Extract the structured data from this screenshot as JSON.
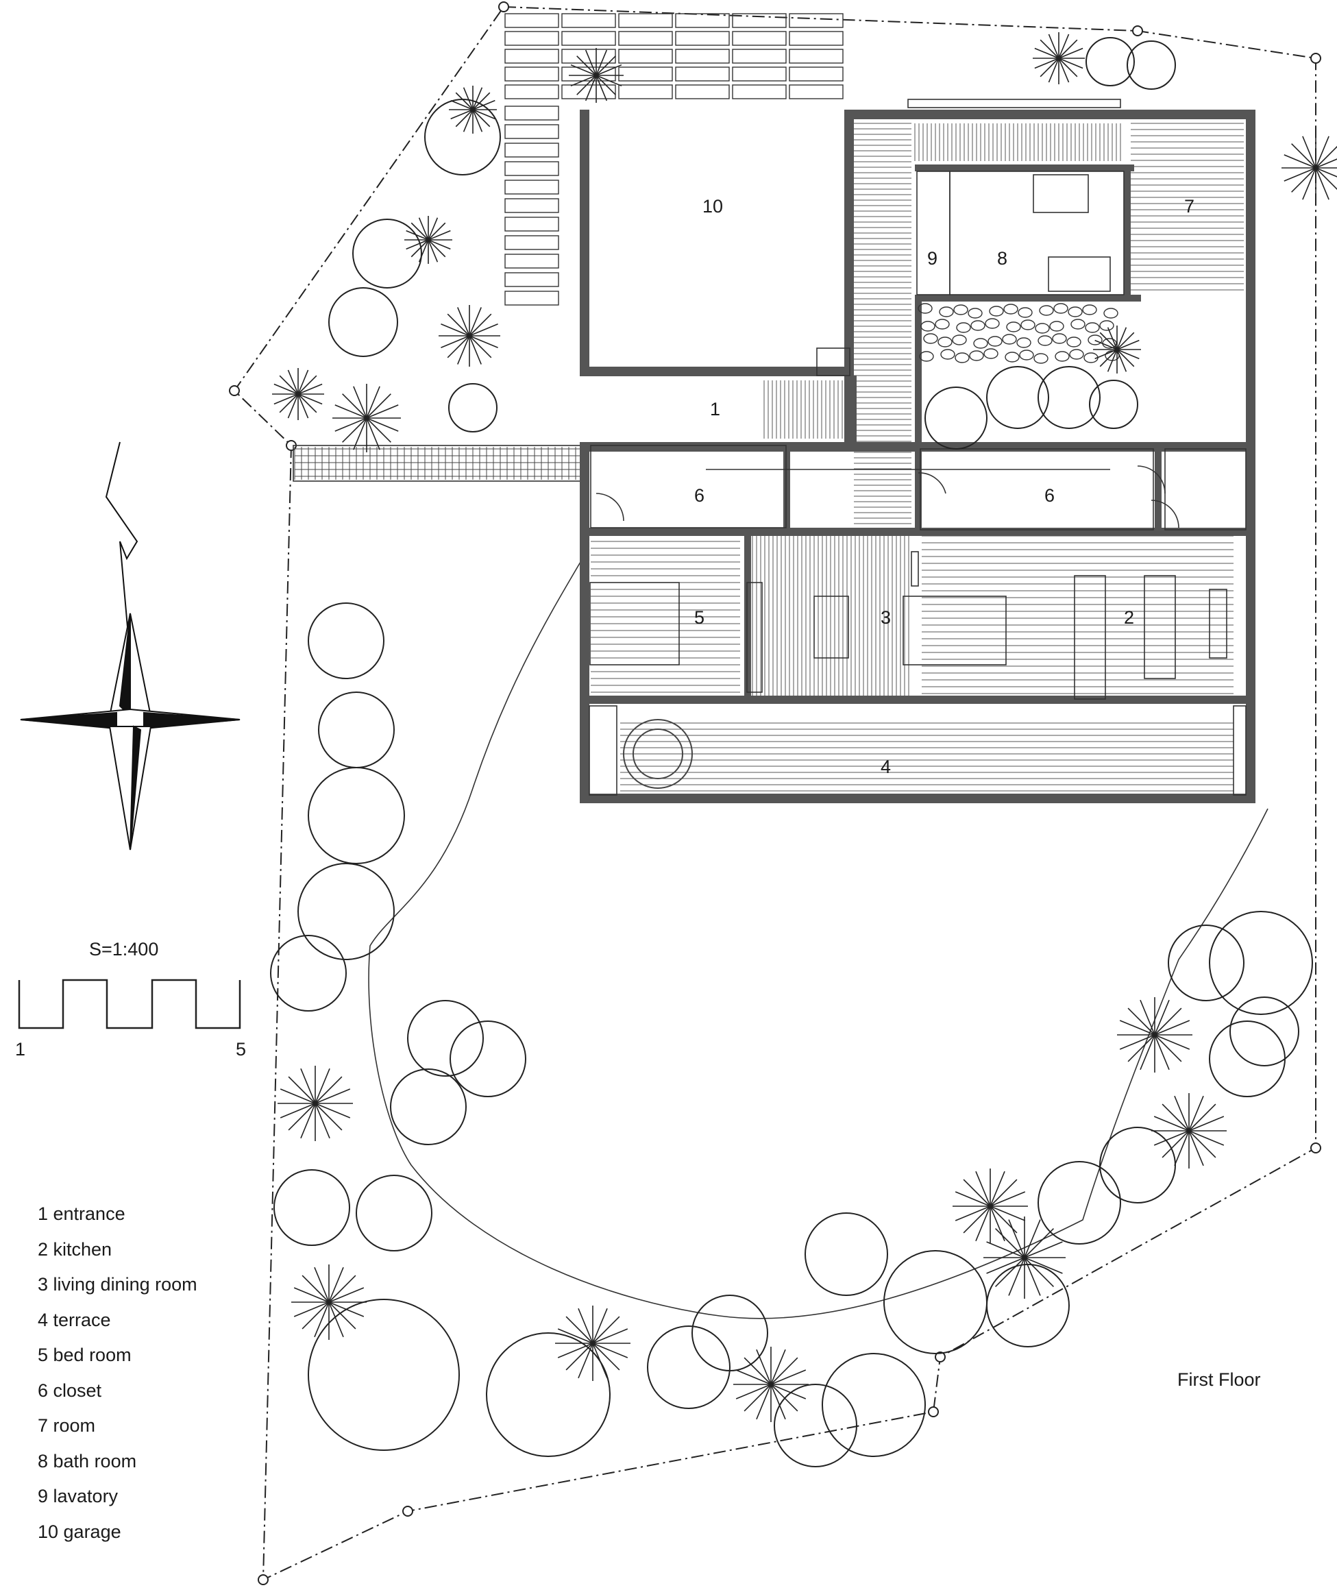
{
  "drawing": {
    "floor_label": "First Floor",
    "scale_label": "S=1:400",
    "scale_start": "1",
    "scale_end": "5"
  },
  "rooms": [
    {
      "num": "1"
    },
    {
      "num": "2"
    },
    {
      "num": "3"
    },
    {
      "num": "4"
    },
    {
      "num": "5"
    },
    {
      "num": "6"
    },
    {
      "num": "6"
    },
    {
      "num": "7"
    },
    {
      "num": "8"
    },
    {
      "num": "9"
    },
    {
      "num": "10"
    }
  ],
  "legend": [
    "1 entrance",
    "2 kitchen",
    "3 living dining room",
    "4 terrace",
    "5 bed room",
    "6 closet",
    "7 room",
    "8 bath room",
    "9 lavatory",
    "10 garage"
  ]
}
